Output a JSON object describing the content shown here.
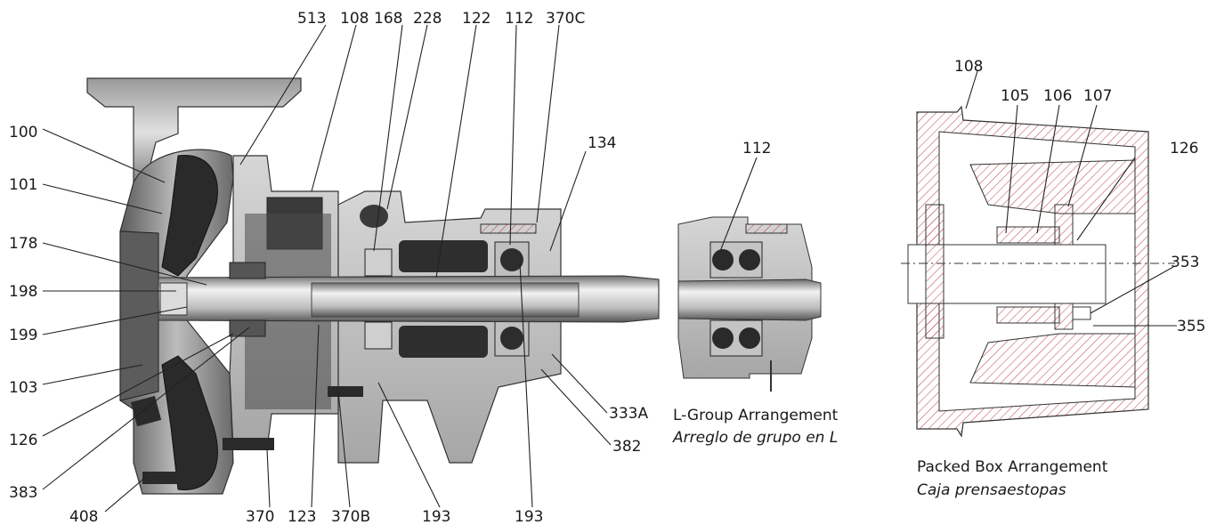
{
  "main_view": {
    "labels_top": [
      "513",
      "108",
      "168",
      "228",
      "122",
      "112",
      "370C"
    ],
    "labels_left": [
      "100",
      "101",
      "178",
      "198",
      "199",
      "103",
      "126",
      "383",
      "408"
    ],
    "labels_bottom": [
      "370",
      "123",
      "370B",
      "193",
      "193"
    ],
    "labels_right": [
      "134",
      "333A",
      "382"
    ]
  },
  "l_group": {
    "label": "112",
    "caption_en": "L-Group Arrangement",
    "caption_es": "Arreglo de grupo en L"
  },
  "packed_box": {
    "labels": [
      "108",
      "105",
      "106",
      "107",
      "126",
      "353",
      "355"
    ],
    "caption_en": "Packed Box Arrangement",
    "caption_es": "Caja prensaestopas"
  },
  "colors": {
    "casting": "#8c8c8c",
    "casting_light": "#c8c8c8",
    "casting_dark": "#3a3a3a",
    "hatch": "#c04040"
  }
}
